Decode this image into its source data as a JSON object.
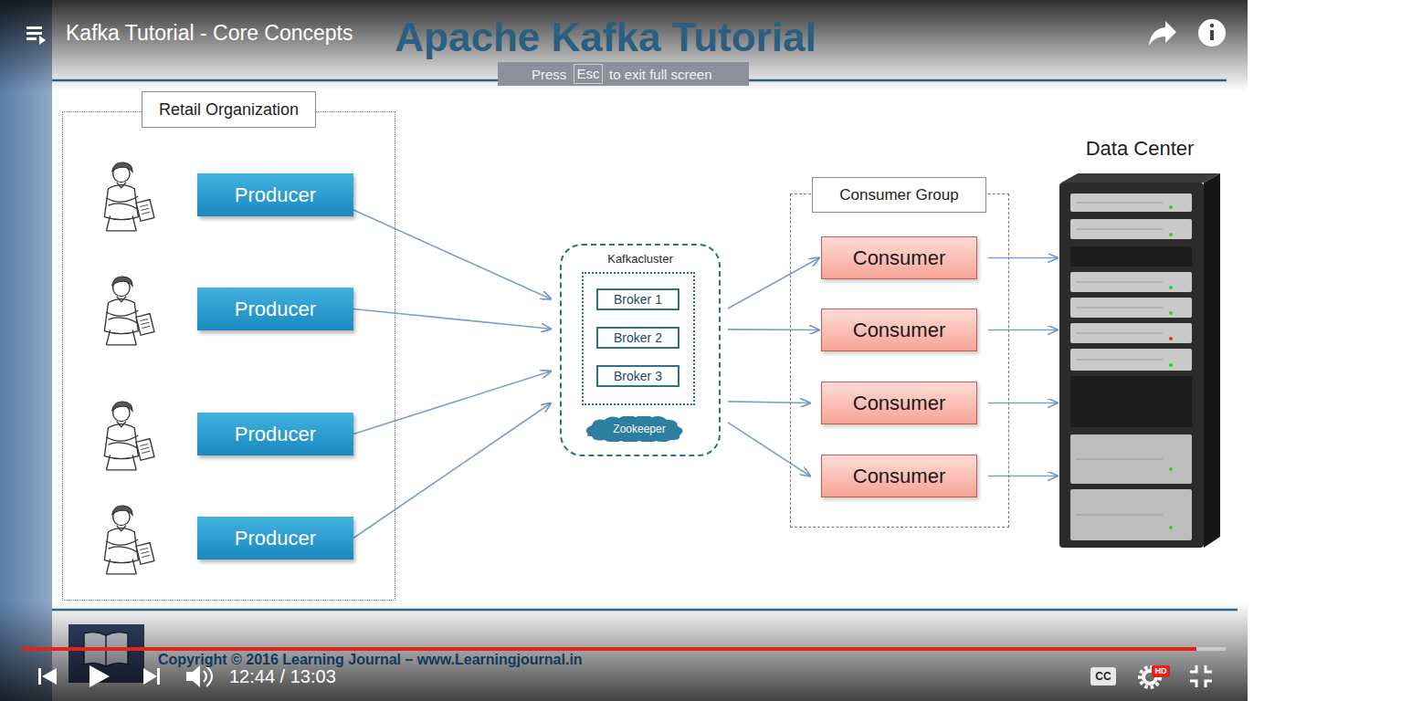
{
  "diagram": {
    "title": "Apache Kafka Tutorial",
    "nodes": [
      {
        "text": [
          "Retail Organization"
        ]
      },
      {
        "text": [
          "Producer"
        ],
        "in": 0
      },
      {
        "text": [
          "Producer"
        ],
        "in": 0
      },
      {
        "text": [
          "Producer"
        ],
        "in": 0
      },
      {
        "text": [
          "Producer"
        ],
        "in": 0
      },
      {
        "text": [
          "Kafkacluster"
        ]
      },
      {
        "text": [
          "Broker 1"
        ],
        "in": 5
      },
      {
        "text": [
          "Broker 2"
        ],
        "in": 5
      },
      {
        "text": [
          "Broker 3"
        ],
        "in": 5
      },
      {
        "text": [
          "Zookeeper"
        ],
        "in": 5
      },
      {
        "text": [
          "Consumer Group"
        ]
      },
      {
        "text": [
          "Consumer"
        ],
        "in": 10
      },
      {
        "text": [
          "Consumer"
        ],
        "in": 10
      },
      {
        "text": [
          "Consumer"
        ],
        "in": 10
      },
      {
        "text": [
          "Consumer"
        ],
        "in": 10
      },
      {
        "text": [
          "Data Center"
        ]
      }
    ],
    "edges": [
      {
        "from": 1,
        "to": 5,
        "arrow": "to"
      },
      {
        "from": 2,
        "to": 5,
        "arrow": "to"
      },
      {
        "from": 3,
        "to": 5,
        "arrow": "to"
      },
      {
        "from": 4,
        "to": 5,
        "arrow": "to"
      },
      {
        "from": 5,
        "to": 11,
        "arrow": "to"
      },
      {
        "from": 5,
        "to": 12,
        "arrow": "to"
      },
      {
        "from": 5,
        "to": 13,
        "arrow": "to"
      },
      {
        "from": 5,
        "to": 14,
        "arrow": "to"
      },
      {
        "from": 11,
        "to": 15,
        "arrow": "to"
      },
      {
        "from": 12,
        "to": 15,
        "arrow": "to"
      },
      {
        "from": 13,
        "to": 15,
        "arrow": "to"
      },
      {
        "from": 14,
        "to": 15,
        "arrow": "to"
      }
    ],
    "labels": [
      "Kafka Tutorial - Core Concepts",
      "Press",
      "Esc",
      "to exit full screen",
      "Copyright © 2016 Learning Journal – www.Learningjournal.in",
      "12:44 / 13:03",
      "CC",
      "HD"
    ]
  }
}
